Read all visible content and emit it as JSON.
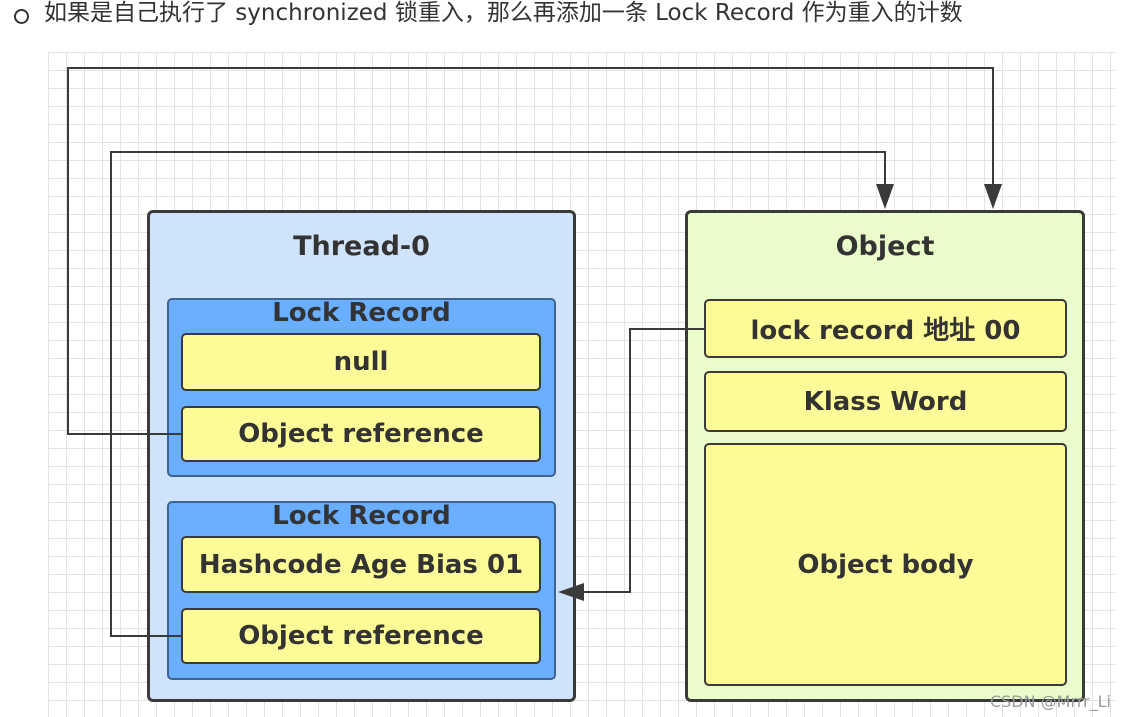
{
  "heading": {
    "text": "如果是自己执行了 synchronized 锁重入，那么再添加一条 Lock Record 作为重入的计数"
  },
  "thread": {
    "title": "Thread-0",
    "lock_records": [
      {
        "label": "Lock Record",
        "fields": [
          "null",
          "Object reference"
        ]
      },
      {
        "label": "Lock Record",
        "fields": [
          "Hashcode Age Bias 01",
          "Object reference"
        ]
      }
    ]
  },
  "object": {
    "title": "Object",
    "fields": [
      "lock  record 地址 00",
      "Klass Word",
      "Object body"
    ]
  },
  "watermark": "CSDN @Mrrr_Li",
  "colors": {
    "thread_bg": "#cfe3fb",
    "object_bg": "#e9fcc9",
    "lock_record_bg": "#6aaeff",
    "field_bg": "#fdfb97",
    "connector": "#3a3a3a"
  }
}
